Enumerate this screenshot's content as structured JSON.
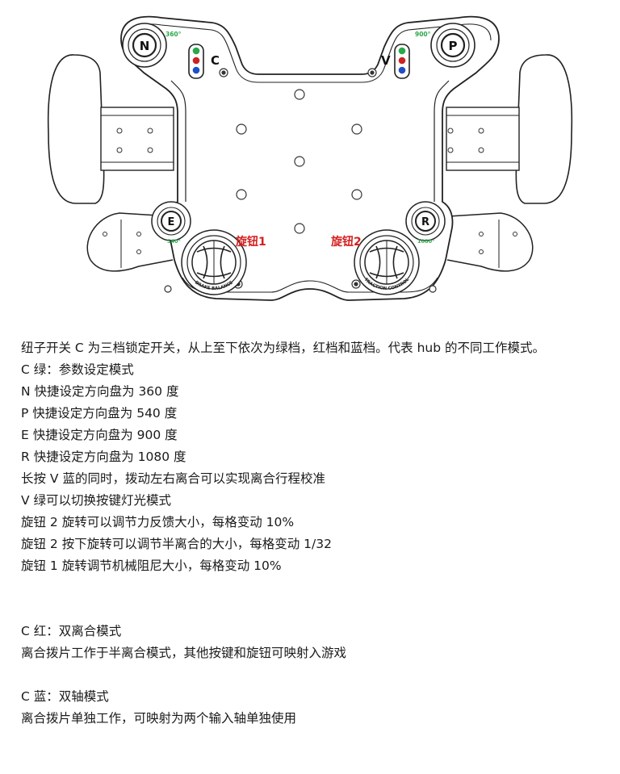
{
  "diagram": {
    "buttons": {
      "n": "N",
      "p": "P",
      "e": "E",
      "r": "R"
    },
    "switch_labels": {
      "c": "C",
      "v": "V"
    },
    "degree_labels": {
      "n": "360°",
      "p": "900°",
      "e": "540°",
      "r": "1080°"
    },
    "knob_labels": {
      "knob1": "旋钮1",
      "knob2": "旋钮2"
    },
    "knob_ring_text": {
      "knob1": "BRAKE BALANCE",
      "knob2": "TRACTION CONTROL"
    },
    "colors": {
      "led_green": "#2aa84a",
      "led_red": "#cc2222",
      "led_blue": "#1f4fc8",
      "knob_label": "#d42020",
      "degree": "#2aa84a"
    }
  },
  "text": {
    "p1": "纽子开关 C 为三档锁定开关，从上至下依次为绿档，红档和蓝档。代表 hub 的不同工作模式。",
    "p2": "C 绿：参数设定模式",
    "p3": "N 快捷设定方向盘为 360 度",
    "p4": "P 快捷设定方向盘为 540 度",
    "p5": "E 快捷设定方向盘为 900 度",
    "p6": "R 快捷设定方向盘为 1080 度",
    "p7": "长按 V 蓝的同时，拨动左右离合可以实现离合行程校准",
    "p8": "V 绿可以切换按键灯光模式",
    "p9": "旋钮 2 旋转可以调节力反馈大小，每格变动 10%",
    "p10": "旋钮 2 按下旋转可以调节半离合的大小，每格变动 1/32",
    "p11": "旋钮 1 旋转调节机械阻尼大小，每格变动 10%",
    "p12": "C 红：双离合模式",
    "p13": "离合拨片工作于半离合模式，其他按键和旋钮可映射入游戏",
    "p14": "C 蓝：双轴模式",
    "p15": "离合拨片单独工作，可映射为两个输入轴单独使用"
  }
}
